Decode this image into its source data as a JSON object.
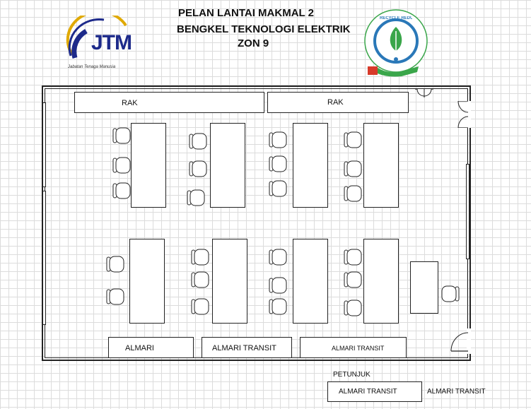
{
  "header": {
    "title_line1": "PELAN LANTAI MAKMAL 2",
    "title_line2": "BENGKEL TEKNOLOGI ELEKTRIK",
    "title_line3": "ZON 9"
  },
  "logo": {
    "text": "JTM",
    "subtitle": "Jabatan Tenaga Manusia"
  },
  "emblem": {
    "text": "RECYCLE REDUCE REUSE",
    "colors": {
      "green": "#3aa64a",
      "blue": "#2a78b8",
      "red": "#d83a2a"
    }
  },
  "floor": {
    "rak_left": "RAK",
    "rak_right": "RAK",
    "almari": "ALMARI",
    "almari_transit_1": "ALMARI TRANSIT",
    "almari_transit_2": "ALMARI TRANSIT"
  },
  "legend": {
    "heading": "PETUNJUK",
    "box_label": "ALMARI TRANSIT",
    "description": "ALMARI TRANSIT"
  },
  "colors": {
    "jtm_blue": "#1d2a8a",
    "jtm_gold": "#e0a900",
    "wall": "#222222",
    "grid": "#dcdcdc"
  }
}
